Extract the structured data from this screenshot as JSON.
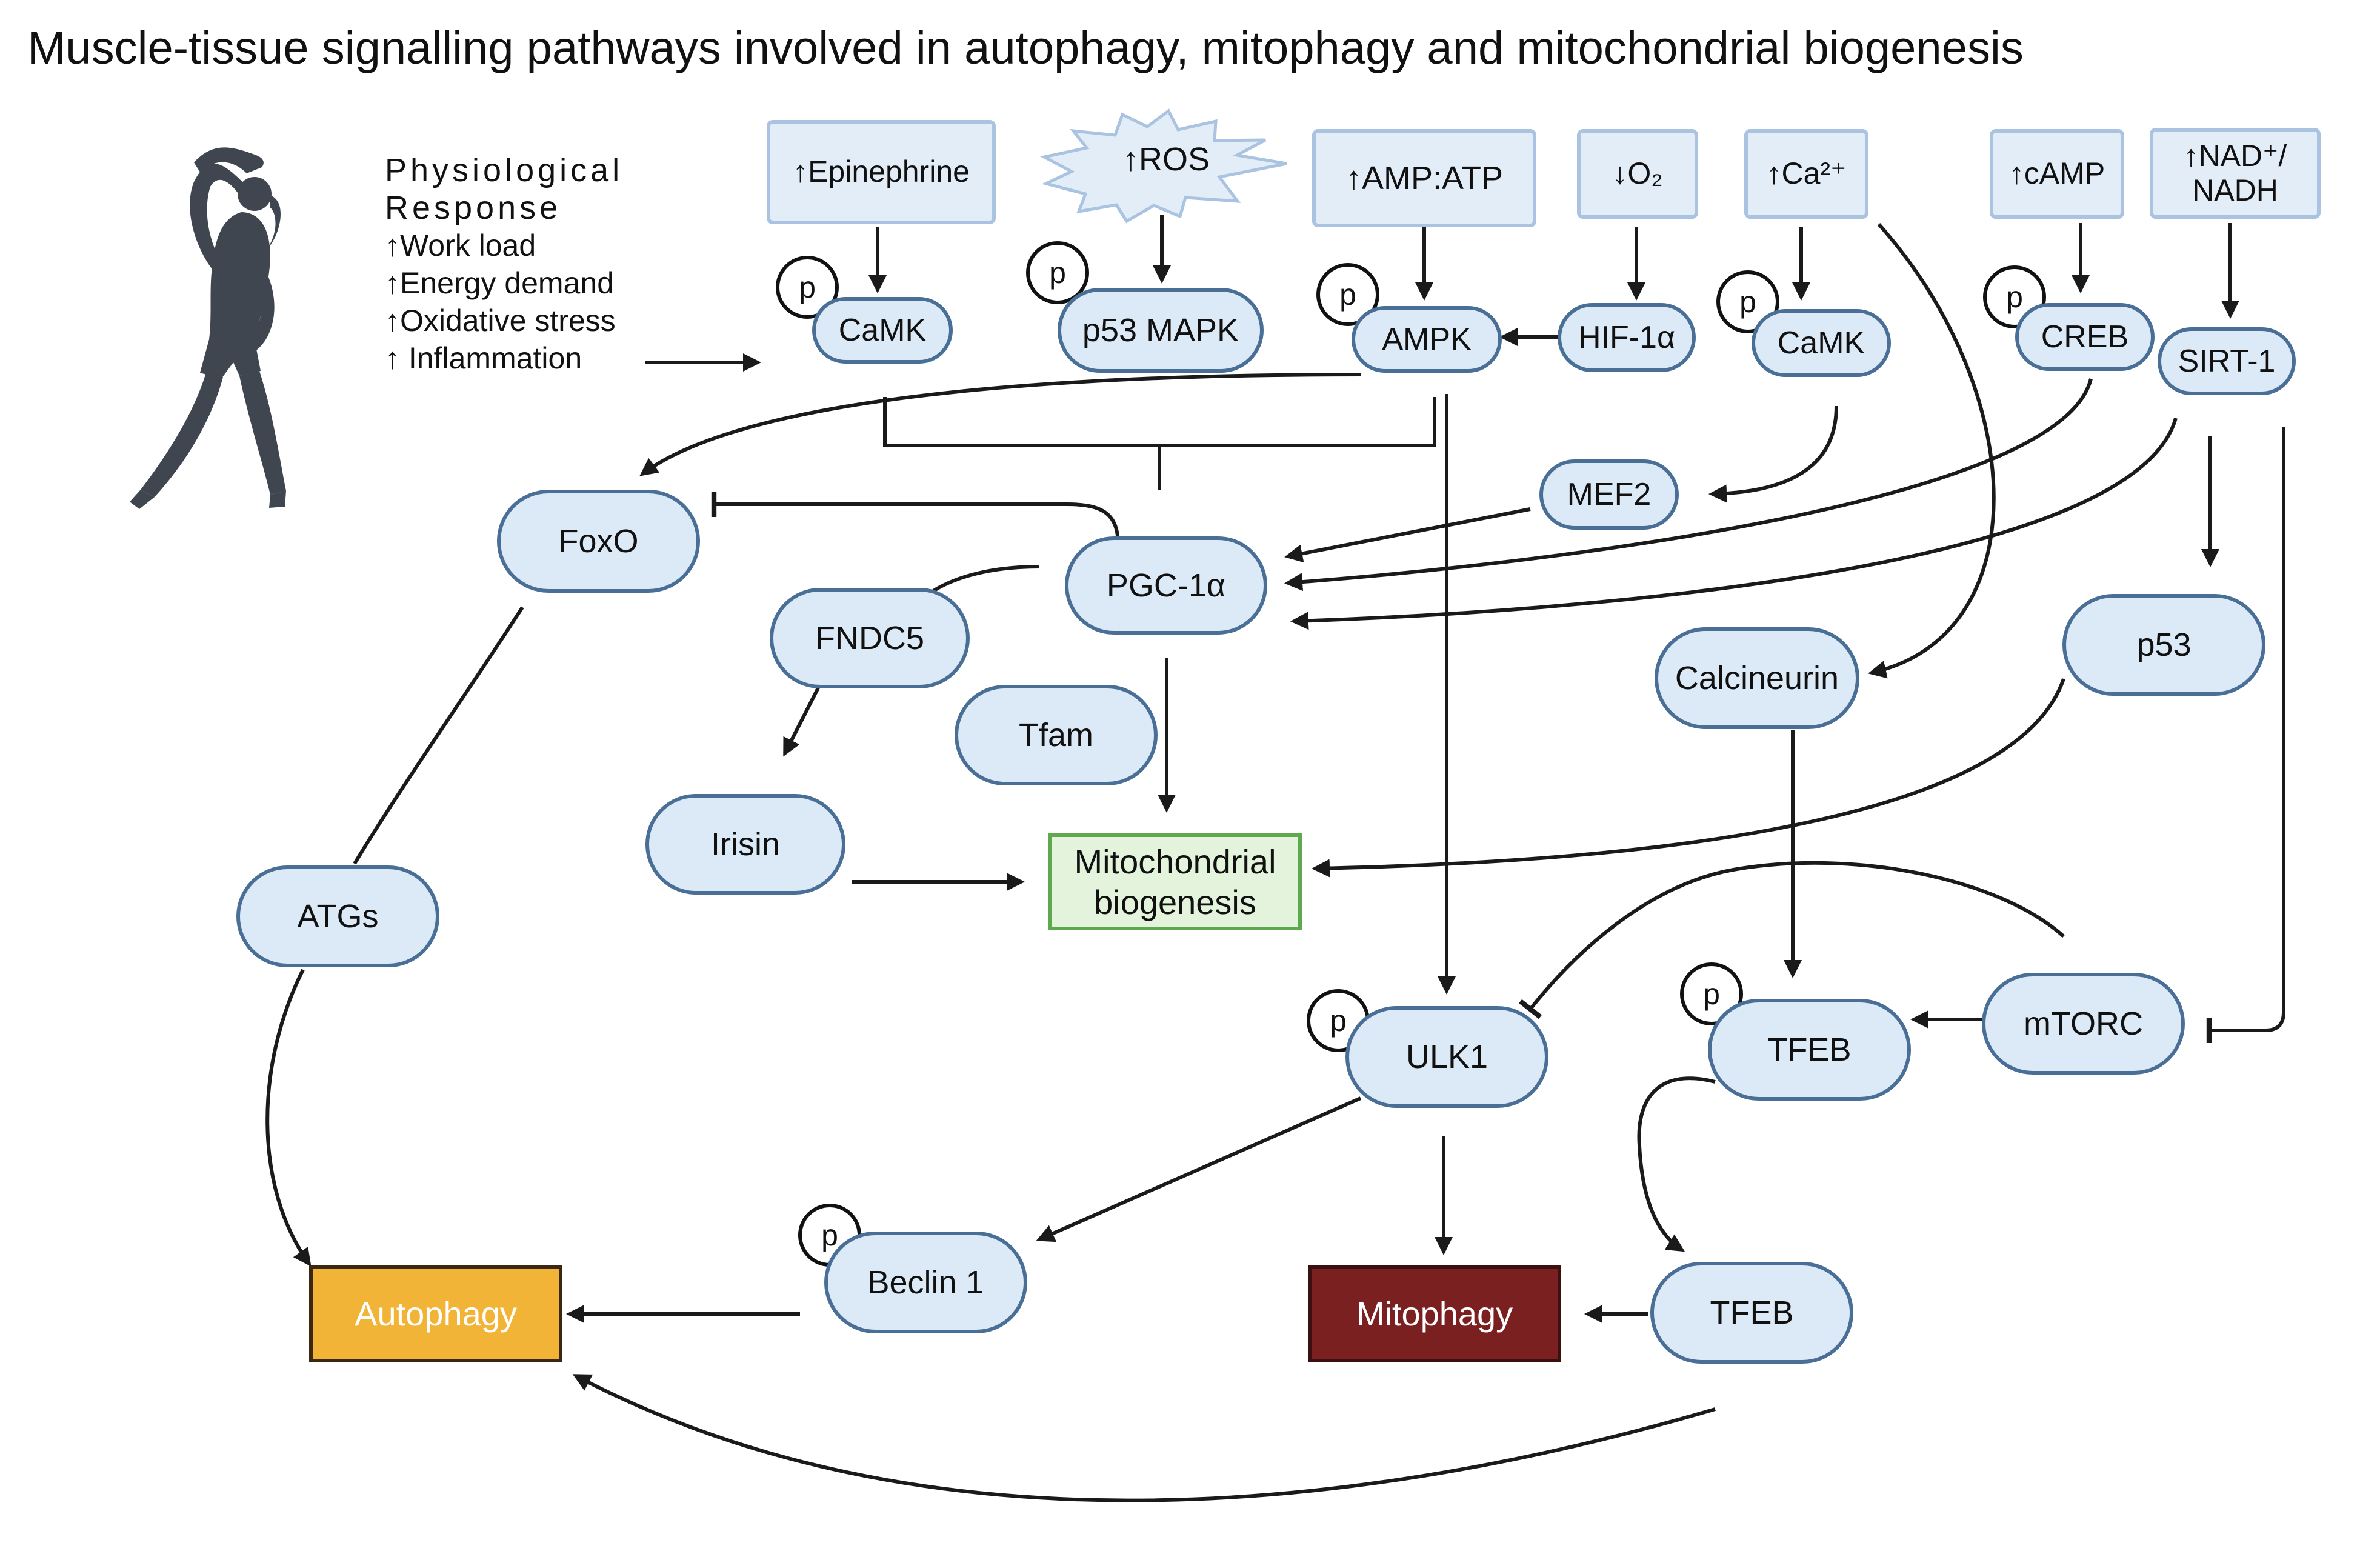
{
  "title": "Muscle-tissue signalling pathways involved in autophagy, mitophagy and mitochondrial biogenesis",
  "icons": {
    "person": "stretching-woman-silhouette-icon"
  },
  "colors": {
    "node_fill": "#dce9f6",
    "node_border": "#4a6f96",
    "stimulus_fill": "#e3edf8",
    "stimulus_border": "#a9c3e0",
    "biogenesis_fill": "#e3f3dc",
    "biogenesis_border": "#5ea84f",
    "autophagy_fill": "#f2b437",
    "mitophagy_fill": "#7b2020",
    "arrow": "#1a1a1a"
  },
  "physiological_response": {
    "heading_line1": "Physiological",
    "heading_line2": "Response",
    "items": [
      "↑Work load",
      "↑Energy demand",
      "↑Oxidative stress",
      "↑ Inflammation"
    ]
  },
  "stimuli": {
    "epinephrine": "↑Epinephrine",
    "ros": "↑ROS",
    "amp_atp": "↑AMP:ATP",
    "o2": "↓O₂",
    "ca": "↑Ca²⁺",
    "camp": "↑cAMP",
    "nad_line1": "↑NAD⁺/",
    "nad_line2": "NADH"
  },
  "phospho_label": "p",
  "nodes": {
    "camk_1": "CaMK",
    "p53_mapk": "p53 MAPK",
    "ampk": "AMPK",
    "hif1a": "HIF-1α",
    "camk_2": "CaMK",
    "creb": "CREB",
    "sirt1": "SIRT-1",
    "foxo": "FoxO",
    "mef2": "MEF2",
    "pgc1a": "PGC-1α",
    "fndc5": "FNDC5",
    "tfam": "Tfam",
    "irisin": "Irisin",
    "calcineurin": "Calcineurin",
    "p53": "p53",
    "atgs": "ATGs",
    "ulk1": "ULK1",
    "tfeb_p": "TFEB",
    "mtorc": "mTORC",
    "beclin1": "Beclin 1",
    "tfeb": "TFEB"
  },
  "outcomes": {
    "biogenesis_line1": "Mitochondrial",
    "biogenesis_line2": "biogenesis",
    "autophagy": "Autophagy",
    "mitophagy": "Mitophagy"
  }
}
